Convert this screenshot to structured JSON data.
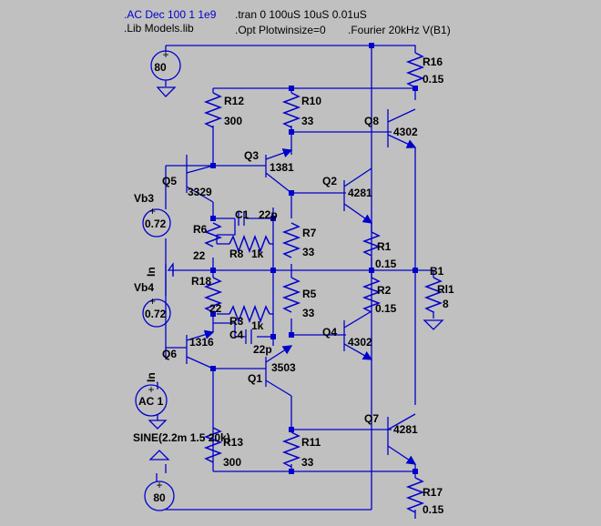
{
  "directives": {
    "ac": ".AC Dec 100 1 1e9",
    "lib": ".Lib Models.lib",
    "tran": ".tran 0 100uS 10uS 0.01uS",
    "opt": ".Opt Plotwinsize=0",
    "fourier": ".Fourier 20kHz V(B1)"
  },
  "sources": {
    "vtop": "80",
    "vbot": "80",
    "vb3_name": "Vb3",
    "vb3_val": "0.72",
    "vb4_name": "Vb4",
    "vb4_val": "0.72",
    "ac_val": "AC 1",
    "sine": "SINE(2.2m 1.5 20k)"
  },
  "nets": {
    "in1": "In",
    "in2": "In",
    "out": "B1"
  },
  "resistors": {
    "r16": [
      "R16",
      "0.15"
    ],
    "r12": [
      "R12",
      "300"
    ],
    "r10": [
      "R10",
      "33"
    ],
    "r6": [
      "R6",
      "22"
    ],
    "r8": [
      "R8",
      "1k"
    ],
    "r7": [
      "R7",
      "33"
    ],
    "r1": [
      "R1",
      "0.15"
    ],
    "r18": [
      "R18",
      "22"
    ],
    "r3": [
      "R3",
      "1k"
    ],
    "r5": [
      "R5",
      "33"
    ],
    "r2": [
      "R2",
      "0.15"
    ],
    "rl1": [
      "Rl1",
      "8"
    ],
    "r13": [
      "R13",
      "300"
    ],
    "r11": [
      "R11",
      "33"
    ],
    "r17": [
      "R17",
      "0.15"
    ]
  },
  "capacitors": {
    "c1": [
      "C1",
      "22p"
    ],
    "c4": [
      "C4",
      "22p"
    ]
  },
  "transistors": {
    "q8": [
      "Q8",
      "4302"
    ],
    "q3": [
      "Q3",
      "1381"
    ],
    "q5": [
      "Q5",
      "3329"
    ],
    "q2": [
      "Q2",
      "4281"
    ],
    "q4": [
      "Q4",
      "4302"
    ],
    "q6": [
      "Q6",
      "1316"
    ],
    "q1": [
      "Q1",
      "3503"
    ],
    "q7": [
      "Q7",
      "4281"
    ]
  }
}
